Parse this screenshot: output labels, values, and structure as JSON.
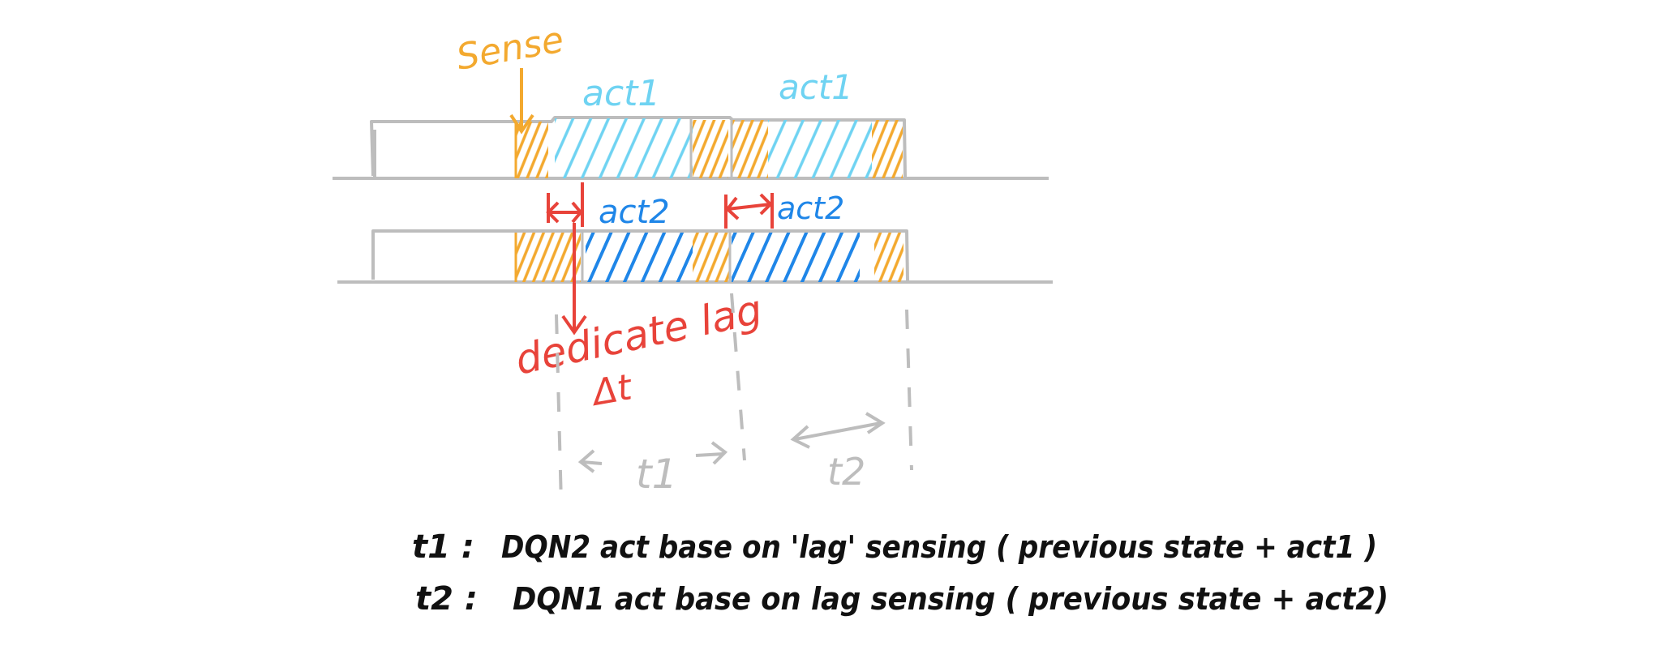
{
  "labels": {
    "sense": "Sense",
    "act1_a": "act1",
    "act1_b": "act1",
    "act2_a": "act2",
    "act2_b": "act2",
    "dedicate_lag": "dedicate lag",
    "delta_t": "Δt",
    "t1": "t1",
    "t2": "t2"
  },
  "notes": [
    {
      "key": "t1 :",
      "text": "DQN2 act base on 'lag' sensing ( previous state + act1 )"
    },
    {
      "key": "t2 :",
      "text": "DQN1 act base on lag sensing ( previous state + act2)"
    }
  ],
  "colors": {
    "sense": "#f3a92f",
    "act1": "#6fd3f2",
    "act2": "#1f86e8",
    "lag": "#e8433a",
    "timeline": "#bdbdbd",
    "text": "#111111"
  }
}
